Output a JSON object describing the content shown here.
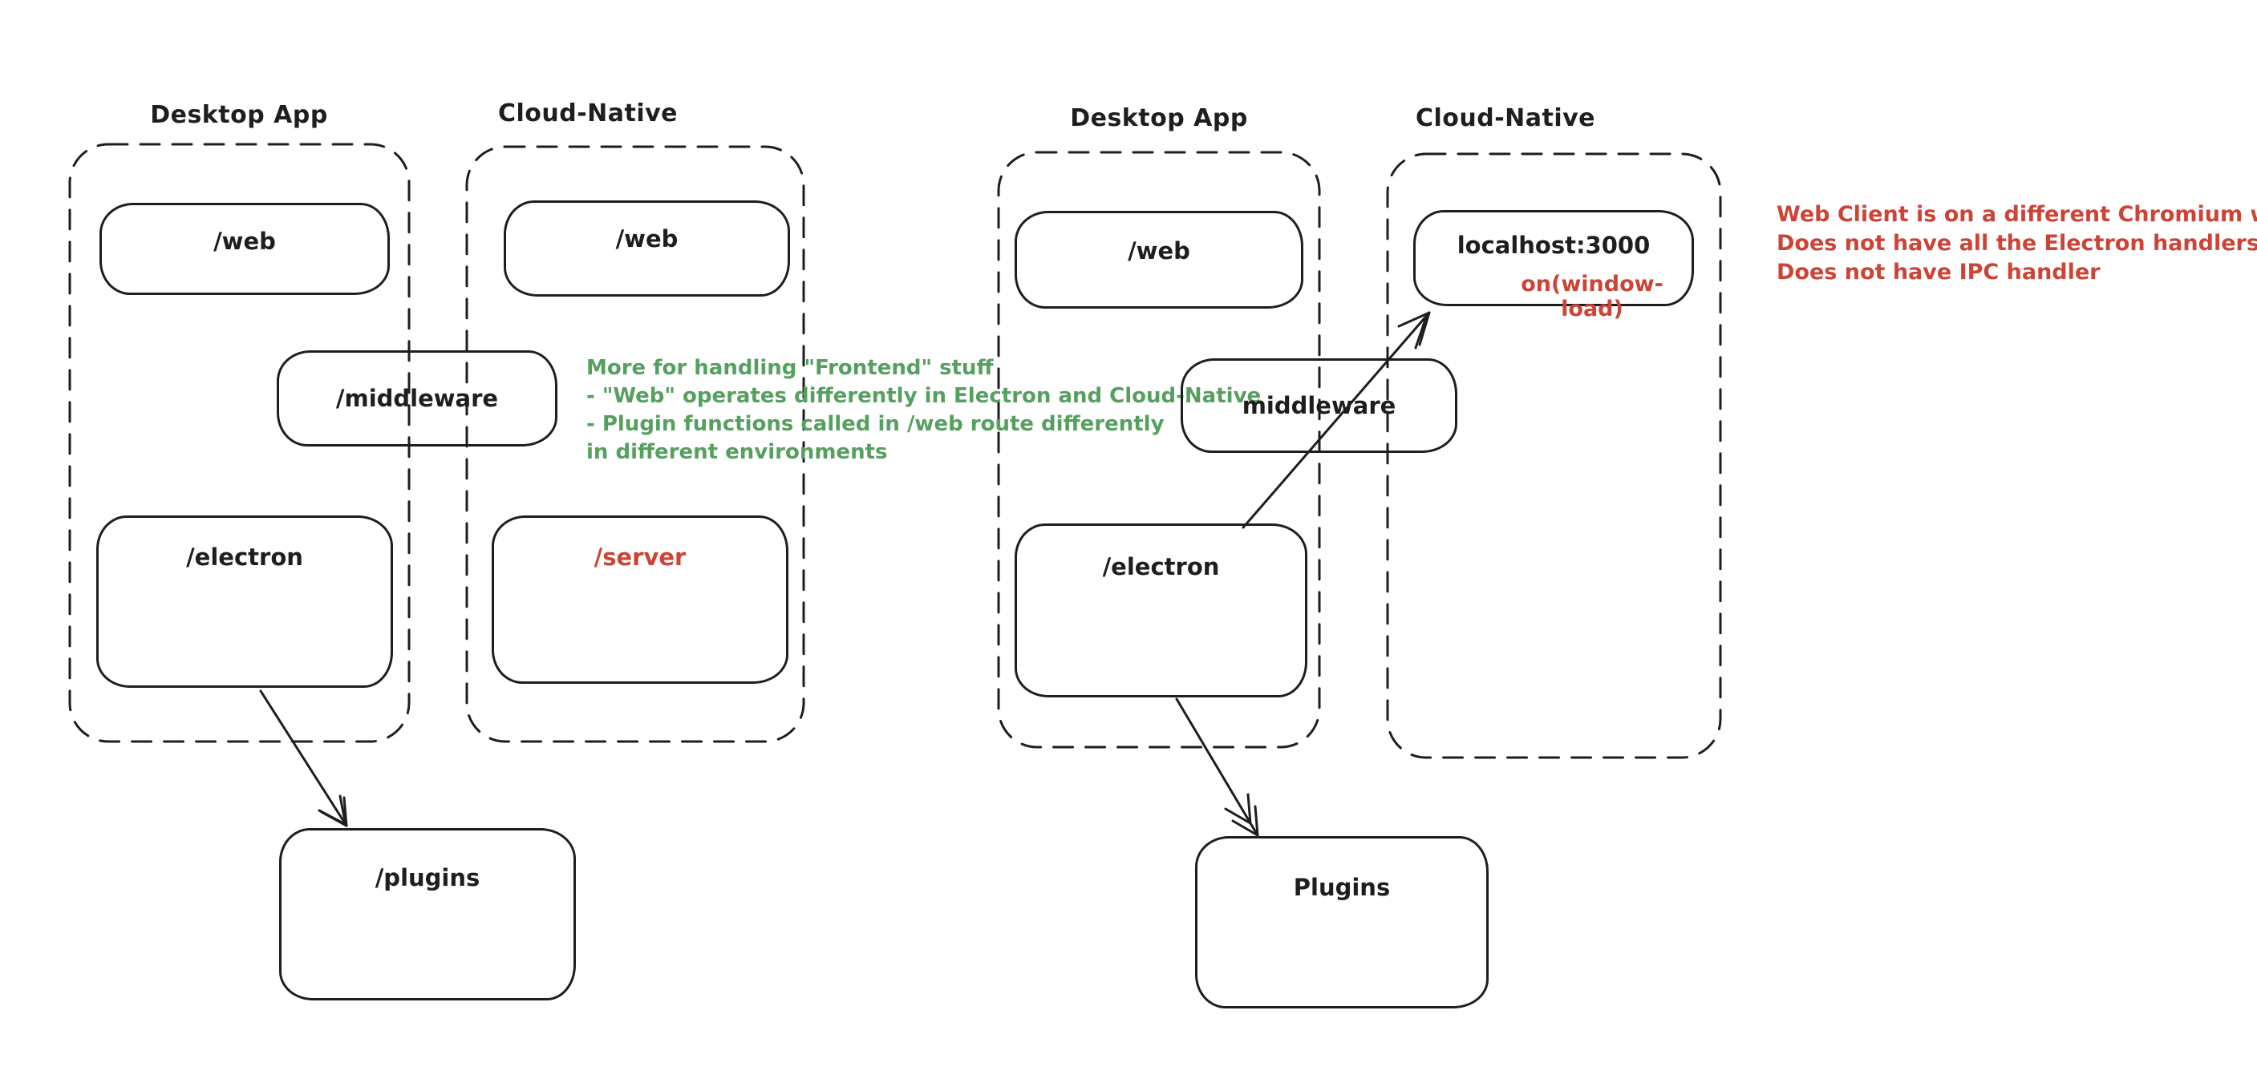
{
  "colors": {
    "stroke": "#1e1e1e",
    "red": "#cd4335",
    "green": "#55a05e",
    "background": "#ffffff"
  },
  "left_diagram": {
    "desktop_group": {
      "label": "Desktop App",
      "web_box": "/web",
      "electron_box": "/electron"
    },
    "cloud_group": {
      "label": "Cloud-Native",
      "web_box": "/web",
      "server_box": "/server"
    },
    "middleware_box": "/middleware",
    "plugins_box": "/plugins",
    "green_note": {
      "lines": [
        "More for handling \"Frontend\" stuff",
        "- \"Web\" operates differently in Electron and Cloud-Native",
        "- Plugin functions called in /web route differently",
        "in different environments"
      ]
    }
  },
  "right_diagram": {
    "desktop_group": {
      "label": "Desktop App",
      "web_box": "/web",
      "electron_box": "/electron"
    },
    "cloud_group": {
      "label": "Cloud-Native",
      "localhost_box": "localhost:3000",
      "handler_label": "on(window-load)"
    },
    "middleware_box": "middleware",
    "plugins_box": "Plugins",
    "red_note": {
      "lines": [
        "Web Client is on a different Chromium window",
        "Does not have all the Electron handlers",
        "Does not have IPC handler"
      ]
    }
  }
}
